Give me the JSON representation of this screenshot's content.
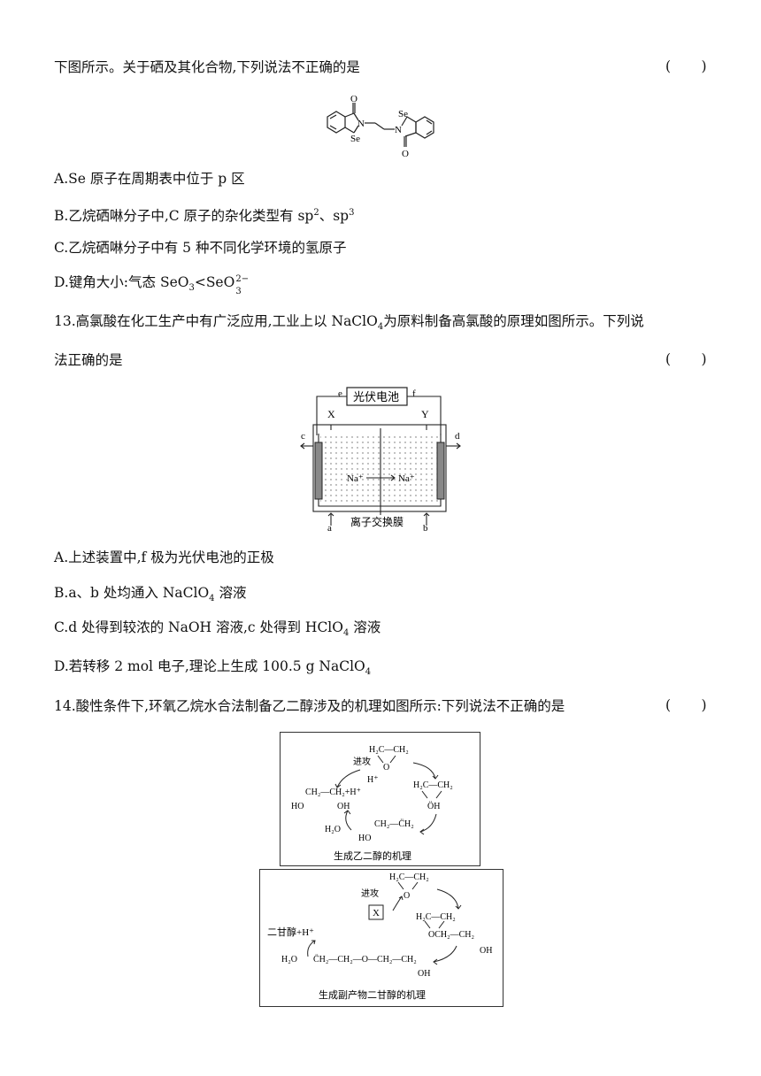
{
  "q12": {
    "stem": "下图所示。关于硒及其化合物,下列说法不正确的是",
    "paren": "(       )",
    "structure": {
      "o_top": "O",
      "n_left": "N",
      "se_left": "Se",
      "se_right": "Se",
      "n_right": "N",
      "o_bottom": "O"
    },
    "options": {
      "a": "A.Se 原子在周期表中位于 p 区",
      "b_pre": "B.乙烷硒啉分子中,C 原子的杂化类型有 sp",
      "b_sup1": "2",
      "b_mid": "、sp",
      "b_sup2": "3",
      "c": "C.乙烷硒啉分子中有 5 种不同化学环境的氢原子",
      "d_pre": "D.键角大小:气态 SeO",
      "d_sub": "3",
      "d_mid": "<SeO",
      "d_frac_sup": "2−",
      "d_frac_sub": "3"
    }
  },
  "q13": {
    "stem_line1_pre": "13.高氯酸在化工生产中有广泛应用,工业上以 NaClO",
    "stem_line1_sub": "4",
    "stem_line1_post": "为原料制备高氯酸的原理如图所示。下列说",
    "stem_line2": "法正确的是",
    "paren": "(       )",
    "diagram": {
      "cell_label": "光伏电池",
      "e": "e",
      "f": "f",
      "x": "X",
      "y": "Y",
      "c": "c",
      "d": "d",
      "a": "a",
      "b": "b",
      "ion_left": "Na⁺",
      "ion_right": "Na⁺",
      "membrane": "离子交换膜"
    },
    "options": {
      "a": "A.上述装置中,f 极为光伏电池的正极",
      "b_pre": "B.a、b 处均通入 NaClO",
      "b_sub": "4",
      "b_post": " 溶液",
      "c_pre": "C.d 处得到较浓的 NaOH 溶液,c 处得到 HClO",
      "c_sub": "4",
      "c_post": " 溶液",
      "d_pre": "D.若转移 2 mol 电子,理论上生成 100.5 g NaClO",
      "d_sub": "4"
    }
  },
  "q14": {
    "stem": "14.酸性条件下,环氧乙烷水合法制备乙二醇涉及的机理如图所示:下列说法不正确的是",
    "paren": "(       )",
    "mech1": {
      "epoxide": "H₂C—CH₂",
      "o": "O",
      "attack": "进攻",
      "h_plus": "H⁺",
      "protonated": "H₂C—CH₂",
      "oh_plus": "ÖH",
      "carbocation": "CH₂—C̈H₂",
      "ho_cat": "HO",
      "water": "H₂O",
      "product": "CH₂—CH₂+H⁺",
      "prod_ho": "HO",
      "prod_oh": "OH",
      "caption": "生成乙二醇的机理"
    },
    "mech2": {
      "epoxide": "H₂C—CH₂",
      "o": "O",
      "attack": "进攻",
      "x_box": "X",
      "intermediate": "H₂C—CH₂",
      "ocation": "OCH₂—CH₂",
      "int_oh": "OH",
      "product": "二甘醇+H⁺",
      "water": "H₂O",
      "chain": "C̈H₂—CH₂—O—CH₂—CH₂",
      "chain_oh": "OH",
      "caption": "生成副产物二甘醇的机理"
    }
  }
}
